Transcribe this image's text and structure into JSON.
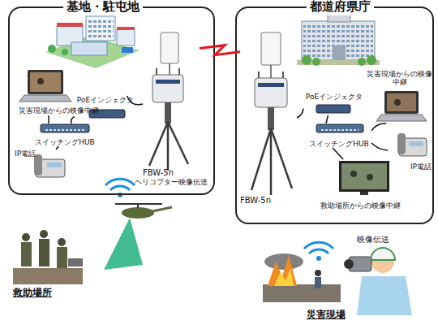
{
  "diagram": {
    "nodes": [
      {
        "text": [
          "基地・駐屯地"
        ]
      },
      {
        "text": [
          "FBW-5n"
        ],
        "in": 0
      },
      {
        "text": [
          "PoEインジェクタ"
        ],
        "in": 0
      },
      {
        "text": [
          "災害現場からの映像中継"
        ],
        "in": 0
      },
      {
        "text": [
          "スイッチングHUB"
        ],
        "in": 0
      },
      {
        "text": [
          "IP電話"
        ],
        "in": 0
      },
      {
        "text": [
          "都道府県庁"
        ]
      },
      {
        "text": [
          "FBW-5n"
        ],
        "in": 6
      },
      {
        "text": [
          "PoEインジェクタ"
        ],
        "in": 6
      },
      {
        "text": [
          "災害現場からの映像中継"
        ],
        "in": 6
      },
      {
        "text": [
          "スイッチングHUB"
        ],
        "in": 6
      },
      {
        "text": [
          "IP電話"
        ],
        "in": 6
      },
      {
        "text": [
          "救助場所からの映像中継"
        ],
        "in": 6
      }
    ],
    "edges": [
      {
        "from": 1,
        "to": 2,
        "arrow": "none"
      },
      {
        "from": 2,
        "to": 4,
        "arrow": "none"
      },
      {
        "from": 4,
        "to": 3,
        "arrow": "none"
      },
      {
        "from": 4,
        "to": 5,
        "arrow": "none"
      },
      {
        "from": 1,
        "to": 7,
        "arrow": "none"
      },
      {
        "from": 7,
        "to": 8,
        "arrow": "none"
      },
      {
        "from": 8,
        "to": 10,
        "arrow": "none"
      },
      {
        "from": 10,
        "to": 9,
        "arrow": "none"
      },
      {
        "from": 10,
        "to": 11,
        "arrow": "none"
      },
      {
        "from": 10,
        "to": 12,
        "arrow": "none"
      }
    ],
    "labels": [
      "ヘリコプター映像伝送",
      "映像伝送",
      "救助場所",
      "災害現場"
    ]
  }
}
